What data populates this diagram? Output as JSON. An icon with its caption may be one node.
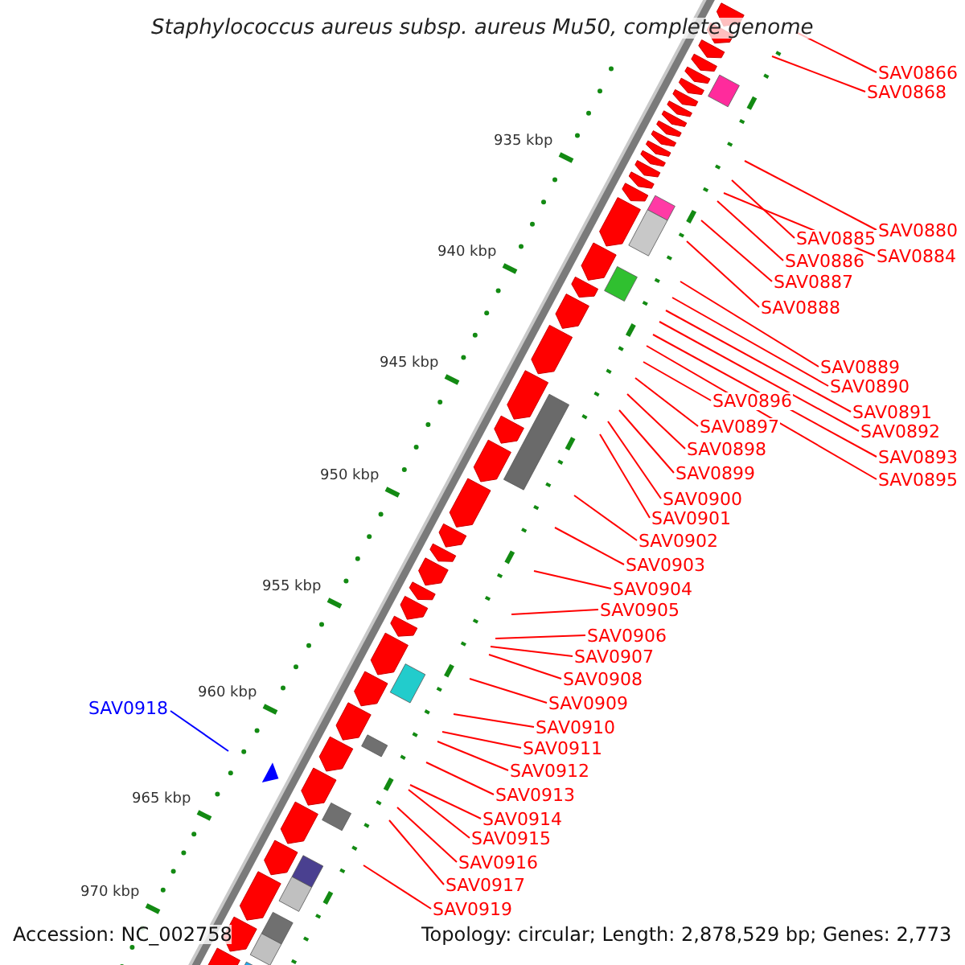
{
  "diagram": {
    "title": "Staphylococcus aureus subsp. aureus Mu50, complete genome",
    "nodes": [
      {
        "text": [
          "SAV0866"
        ]
      },
      {
        "text": [
          "SAV0868"
        ]
      },
      {
        "text": [
          "SAV0880"
        ]
      },
      {
        "text": [
          "SAV0884"
        ]
      },
      {
        "text": [
          "SAV0885"
        ]
      },
      {
        "text": [
          "SAV0886"
        ]
      },
      {
        "text": [
          "SAV0887"
        ]
      },
      {
        "text": [
          "SAV0888"
        ]
      },
      {
        "text": [
          "SAV0889"
        ]
      },
      {
        "text": [
          "SAV0890"
        ]
      },
      {
        "text": [
          "SAV0891"
        ]
      },
      {
        "text": [
          "SAV0892"
        ]
      },
      {
        "text": [
          "SAV0893"
        ]
      },
      {
        "text": [
          "SAV0895"
        ]
      },
      {
        "text": [
          "SAV0896"
        ]
      },
      {
        "text": [
          "SAV0897"
        ]
      },
      {
        "text": [
          "SAV0898"
        ]
      },
      {
        "text": [
          "SAV0899"
        ]
      },
      {
        "text": [
          "SAV0900"
        ]
      },
      {
        "text": [
          "SAV0901"
        ]
      },
      {
        "text": [
          "SAV0902"
        ]
      },
      {
        "text": [
          "SAV0903"
        ]
      },
      {
        "text": [
          "SAV0904"
        ]
      },
      {
        "text": [
          "SAV0905"
        ]
      },
      {
        "text": [
          "SAV0906"
        ]
      },
      {
        "text": [
          "SAV0907"
        ]
      },
      {
        "text": [
          "SAV0908"
        ]
      },
      {
        "text": [
          "SAV0909"
        ]
      },
      {
        "text": [
          "SAV0910"
        ]
      },
      {
        "text": [
          "SAV0911"
        ]
      },
      {
        "text": [
          "SAV0912"
        ]
      },
      {
        "text": [
          "SAV0913"
        ]
      },
      {
        "text": [
          "SAV0914"
        ]
      },
      {
        "text": [
          "SAV0915"
        ]
      },
      {
        "text": [
          "SAV0916"
        ]
      },
      {
        "text": [
          "SAV0917"
        ]
      },
      {
        "text": [
          "SAV0918"
        ]
      },
      {
        "text": [
          "SAV0919"
        ]
      }
    ],
    "edges": [
      {
        "from": 0,
        "to": null,
        "arrow": "none"
      },
      {
        "from": 1,
        "to": null,
        "arrow": "none"
      },
      {
        "from": 2,
        "to": null,
        "arrow": "none"
      },
      {
        "from": 3,
        "to": null,
        "arrow": "none"
      },
      {
        "from": 4,
        "to": null,
        "arrow": "none"
      },
      {
        "from": 5,
        "to": null,
        "arrow": "none"
      },
      {
        "from": 6,
        "to": null,
        "arrow": "none"
      },
      {
        "from": 7,
        "to": null,
        "arrow": "none"
      },
      {
        "from": 8,
        "to": null,
        "arrow": "none"
      },
      {
        "from": 9,
        "to": null,
        "arrow": "none"
      },
      {
        "from": 10,
        "to": null,
        "arrow": "none"
      },
      {
        "from": 11,
        "to": null,
        "arrow": "none"
      },
      {
        "from": 12,
        "to": null,
        "arrow": "none"
      },
      {
        "from": 13,
        "to": null,
        "arrow": "none"
      },
      {
        "from": 14,
        "to": null,
        "arrow": "none"
      },
      {
        "from": 15,
        "to": null,
        "arrow": "none"
      },
      {
        "from": 16,
        "to": null,
        "arrow": "none"
      },
      {
        "from": 17,
        "to": null,
        "arrow": "none"
      },
      {
        "from": 18,
        "to": null,
        "arrow": "none"
      },
      {
        "from": 19,
        "to": null,
        "arrow": "none"
      },
      {
        "from": 20,
        "to": null,
        "arrow": "none"
      },
      {
        "from": 21,
        "to": null,
        "arrow": "none"
      },
      {
        "from": 22,
        "to": null,
        "arrow": "none"
      },
      {
        "from": 23,
        "to": null,
        "arrow": "none"
      },
      {
        "from": 24,
        "to": null,
        "arrow": "none"
      },
      {
        "from": 25,
        "to": null,
        "arrow": "none"
      },
      {
        "from": 26,
        "to": null,
        "arrow": "none"
      },
      {
        "from": 27,
        "to": null,
        "arrow": "none"
      },
      {
        "from": 28,
        "to": null,
        "arrow": "none"
      },
      {
        "from": 29,
        "to": null,
        "arrow": "none"
      },
      {
        "from": 30,
        "to": null,
        "arrow": "none"
      },
      {
        "from": 31,
        "to": null,
        "arrow": "none"
      },
      {
        "from": 32,
        "to": null,
        "arrow": "none"
      },
      {
        "from": 33,
        "to": null,
        "arrow": "none"
      },
      {
        "from": 34,
        "to": null,
        "arrow": "none"
      },
      {
        "from": 35,
        "to": null,
        "arrow": "none"
      },
      {
        "from": 36,
        "to": null,
        "arrow": "none",
        "color": "#0000ff"
      },
      {
        "from": 37,
        "to": null,
        "arrow": "none"
      }
    ],
    "labels": [
      "935 kbp",
      "940 kbp",
      "945 kbp",
      "950 kbp",
      "955 kbp",
      "960 kbp",
      "965 kbp",
      "970 kbp",
      "Accession: NC_002758",
      "Topology: circular; Length: 2,878,529 bp; Genes: 2,773"
    ]
  }
}
